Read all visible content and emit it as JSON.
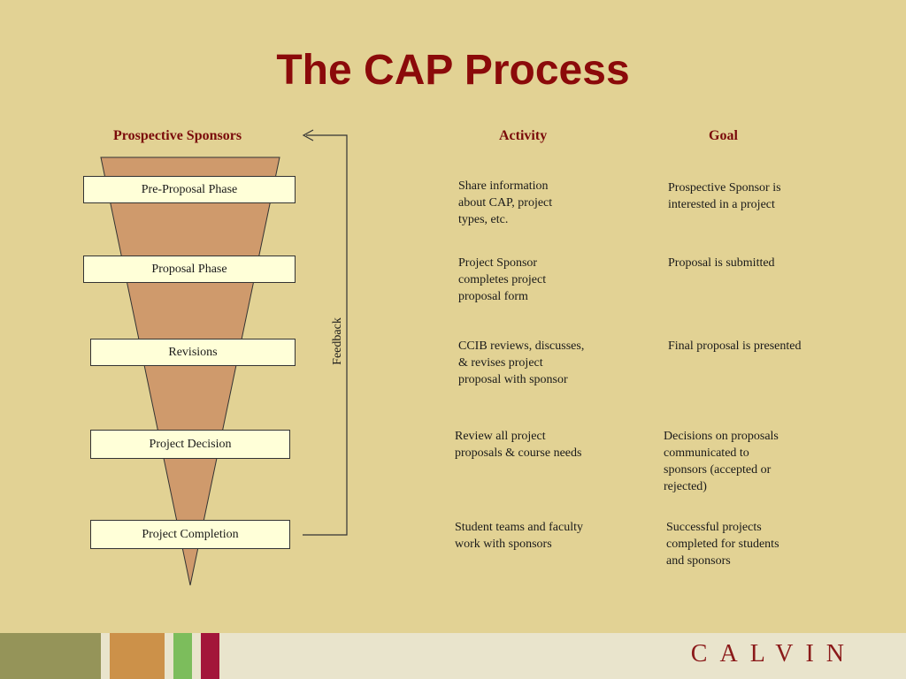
{
  "title": "The CAP Process",
  "headers": {
    "sponsors": "Prospective Sponsors",
    "activity": "Activity",
    "goal": "Goal"
  },
  "feedback_label": "Feedback",
  "phases": [
    "Pre-Proposal Phase",
    "Proposal Phase",
    "Revisions",
    "Project Decision",
    "Project Completion"
  ],
  "activities": [
    "Share information\nabout CAP, project\ntypes, etc.",
    "Project Sponsor\ncompletes project\nproposal form",
    "CCIB reviews, discusses,\n& revises project\nproposal with sponsor",
    "Review all project\nproposals & course needs",
    "Student teams and faculty\nwork with sponsors"
  ],
  "goals": [
    "Prospective Sponsor is\ninterested in a project",
    "Proposal is submitted",
    "Final proposal is presented",
    "Decisions on proposals\ncommunicated to\nsponsors (accepted or\nrejected)",
    "Successful projects\ncompleted for students\nand sponsors"
  ],
  "logo": "CALVIN",
  "colors": {
    "background": "#e2d294",
    "title": "#8b0a0a",
    "funnel": "#cf9a6c",
    "phase_box": "#ffffd8",
    "footer_olive": "#959459",
    "footer_orange": "#cc9149",
    "footer_green": "#7cbd5c",
    "footer_maroon": "#a3163a"
  }
}
